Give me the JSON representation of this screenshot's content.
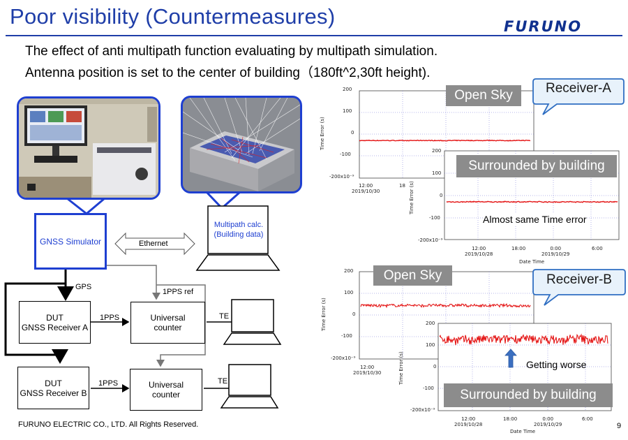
{
  "title": "Poor visibility (Countermeasures)",
  "logo": "FURUNO",
  "intro": [
    "The effect of anti multipath function evaluating by multipath simulation.",
    "Antenna position is set to the center of building（180ft^2,30ft height)."
  ],
  "diagram": {
    "gnss_simulator": "GNSS Simulator",
    "ethernet": "Ethernet",
    "multipath_calc": [
      "Multipath calc.",
      "(Building data)"
    ],
    "gps": "GPS",
    "pps_ref": "1PPS ref",
    "dut_a": [
      "DUT",
      "GNSS Receiver A"
    ],
    "dut_b": [
      "DUT",
      "GNSS Receiver B"
    ],
    "pps_a": "1PPS",
    "pps_b": "1PPS",
    "counter_a": [
      "Universal",
      "counter"
    ],
    "counter_b": [
      "Universal",
      "counter"
    ],
    "te_a": "TE",
    "te_b": "TE"
  },
  "labels": {
    "open_sky_a": "Open Sky",
    "receiver_a": "Receiver-A",
    "surrounded_a": "Surrounded by building",
    "almost_same": "Almost same Time error",
    "open_sky_b": "Open Sky",
    "receiver_b": "Receiver-B",
    "surrounded_b": "Surrounded by building",
    "getting_worse": "Getting worse"
  },
  "footer": "FURUNO ELECTRIC CO., LTD. All Rights Reserved.",
  "page_number": "9",
  "colors": {
    "title": "#1f3ea8",
    "logo": "#10318f",
    "callout_fill": "#e8f2fb",
    "callout_border": "#2f6ec2",
    "trace": "#e41414",
    "tag": "#8c8c8c"
  },
  "chart_data": [
    {
      "type": "line",
      "name": "receiver-a-open-sky",
      "ylabel": "Time Error (s)",
      "y_ticks": [
        "200",
        "100",
        "0",
        "-100",
        "-200x10⁻⁹"
      ],
      "ylim": [
        -200,
        200
      ],
      "x_ticks": [
        "12:00\n2019/10/30",
        "18"
      ],
      "series": [
        {
          "mean": -28,
          "noise": 1.5
        }
      ]
    },
    {
      "type": "line",
      "name": "receiver-a-surrounded",
      "ylabel": "Time Error (s)",
      "xlabel": "Date Time",
      "y_ticks": [
        "200",
        "100",
        "0",
        "-100",
        "-200x10⁻⁹"
      ],
      "ylim": [
        -200,
        200
      ],
      "x_ticks": [
        "12:00\n2019/10/28",
        "18:00",
        "0:00\n2019/10/29",
        "6:00"
      ],
      "series": [
        {
          "mean": -30,
          "noise": 2
        }
      ]
    },
    {
      "type": "line",
      "name": "receiver-b-open-sky",
      "ylabel": "Time Error (s)",
      "y_ticks": [
        "200",
        "100",
        "0",
        "-100",
        "-200x10⁻⁹"
      ],
      "ylim": [
        -200,
        200
      ],
      "x_ticks": [
        "12:00\n2019/10/30"
      ],
      "series": [
        {
          "mean": 45,
          "noise": 6
        }
      ]
    },
    {
      "type": "line",
      "name": "receiver-b-surrounded",
      "ylabel": "Time Error (s)",
      "xlabel": "Date Time",
      "y_ticks": [
        "200",
        "100",
        "0",
        "-100",
        "-200x10⁻⁹"
      ],
      "ylim": [
        -200,
        200
      ],
      "x_ticks": [
        "12:00\n2019/10/28",
        "18:00",
        "0:00\n2019/10/29",
        "6:00"
      ],
      "series": [
        {
          "mean": 125,
          "noise": 20
        }
      ]
    }
  ]
}
